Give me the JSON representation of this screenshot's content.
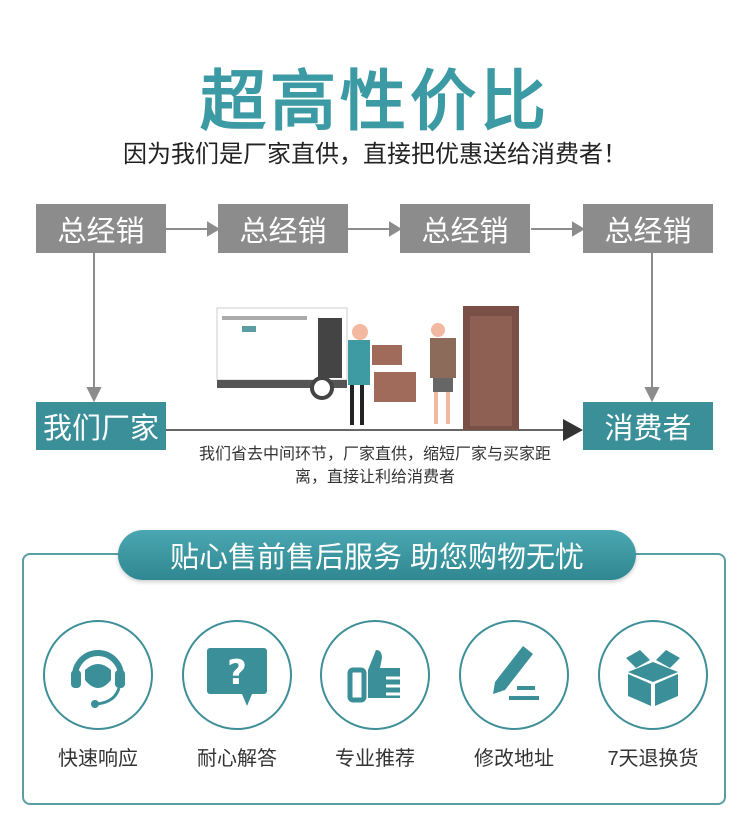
{
  "header": {
    "title": "超高性价比",
    "subtitle": "因为我们是厂家直供，直接把优惠送给消费者！"
  },
  "flow": {
    "distributors": [
      "总经销",
      "总经销",
      "总经销",
      "总经销"
    ],
    "factory": "我们厂家",
    "consumer": "消费者",
    "caption_line1": "我们省去中间环节，厂家直供，缩短厂家与买家距",
    "caption_line2": "离，直接让利给消费者"
  },
  "service": {
    "banner": "贴心售前售后服务 助您购物无忧",
    "items": [
      {
        "label": "快速响应",
        "icon": "headset-icon"
      },
      {
        "label": "耐心解答",
        "icon": "question-bubble-icon"
      },
      {
        "label": "专业推荐",
        "icon": "thumbs-up-icon"
      },
      {
        "label": "修改地址",
        "icon": "pencil-icon"
      },
      {
        "label": "7天退换货",
        "icon": "box-icon"
      }
    ]
  },
  "colors": {
    "teal": "#3b8f99",
    "gray": "#8c8c8c"
  }
}
